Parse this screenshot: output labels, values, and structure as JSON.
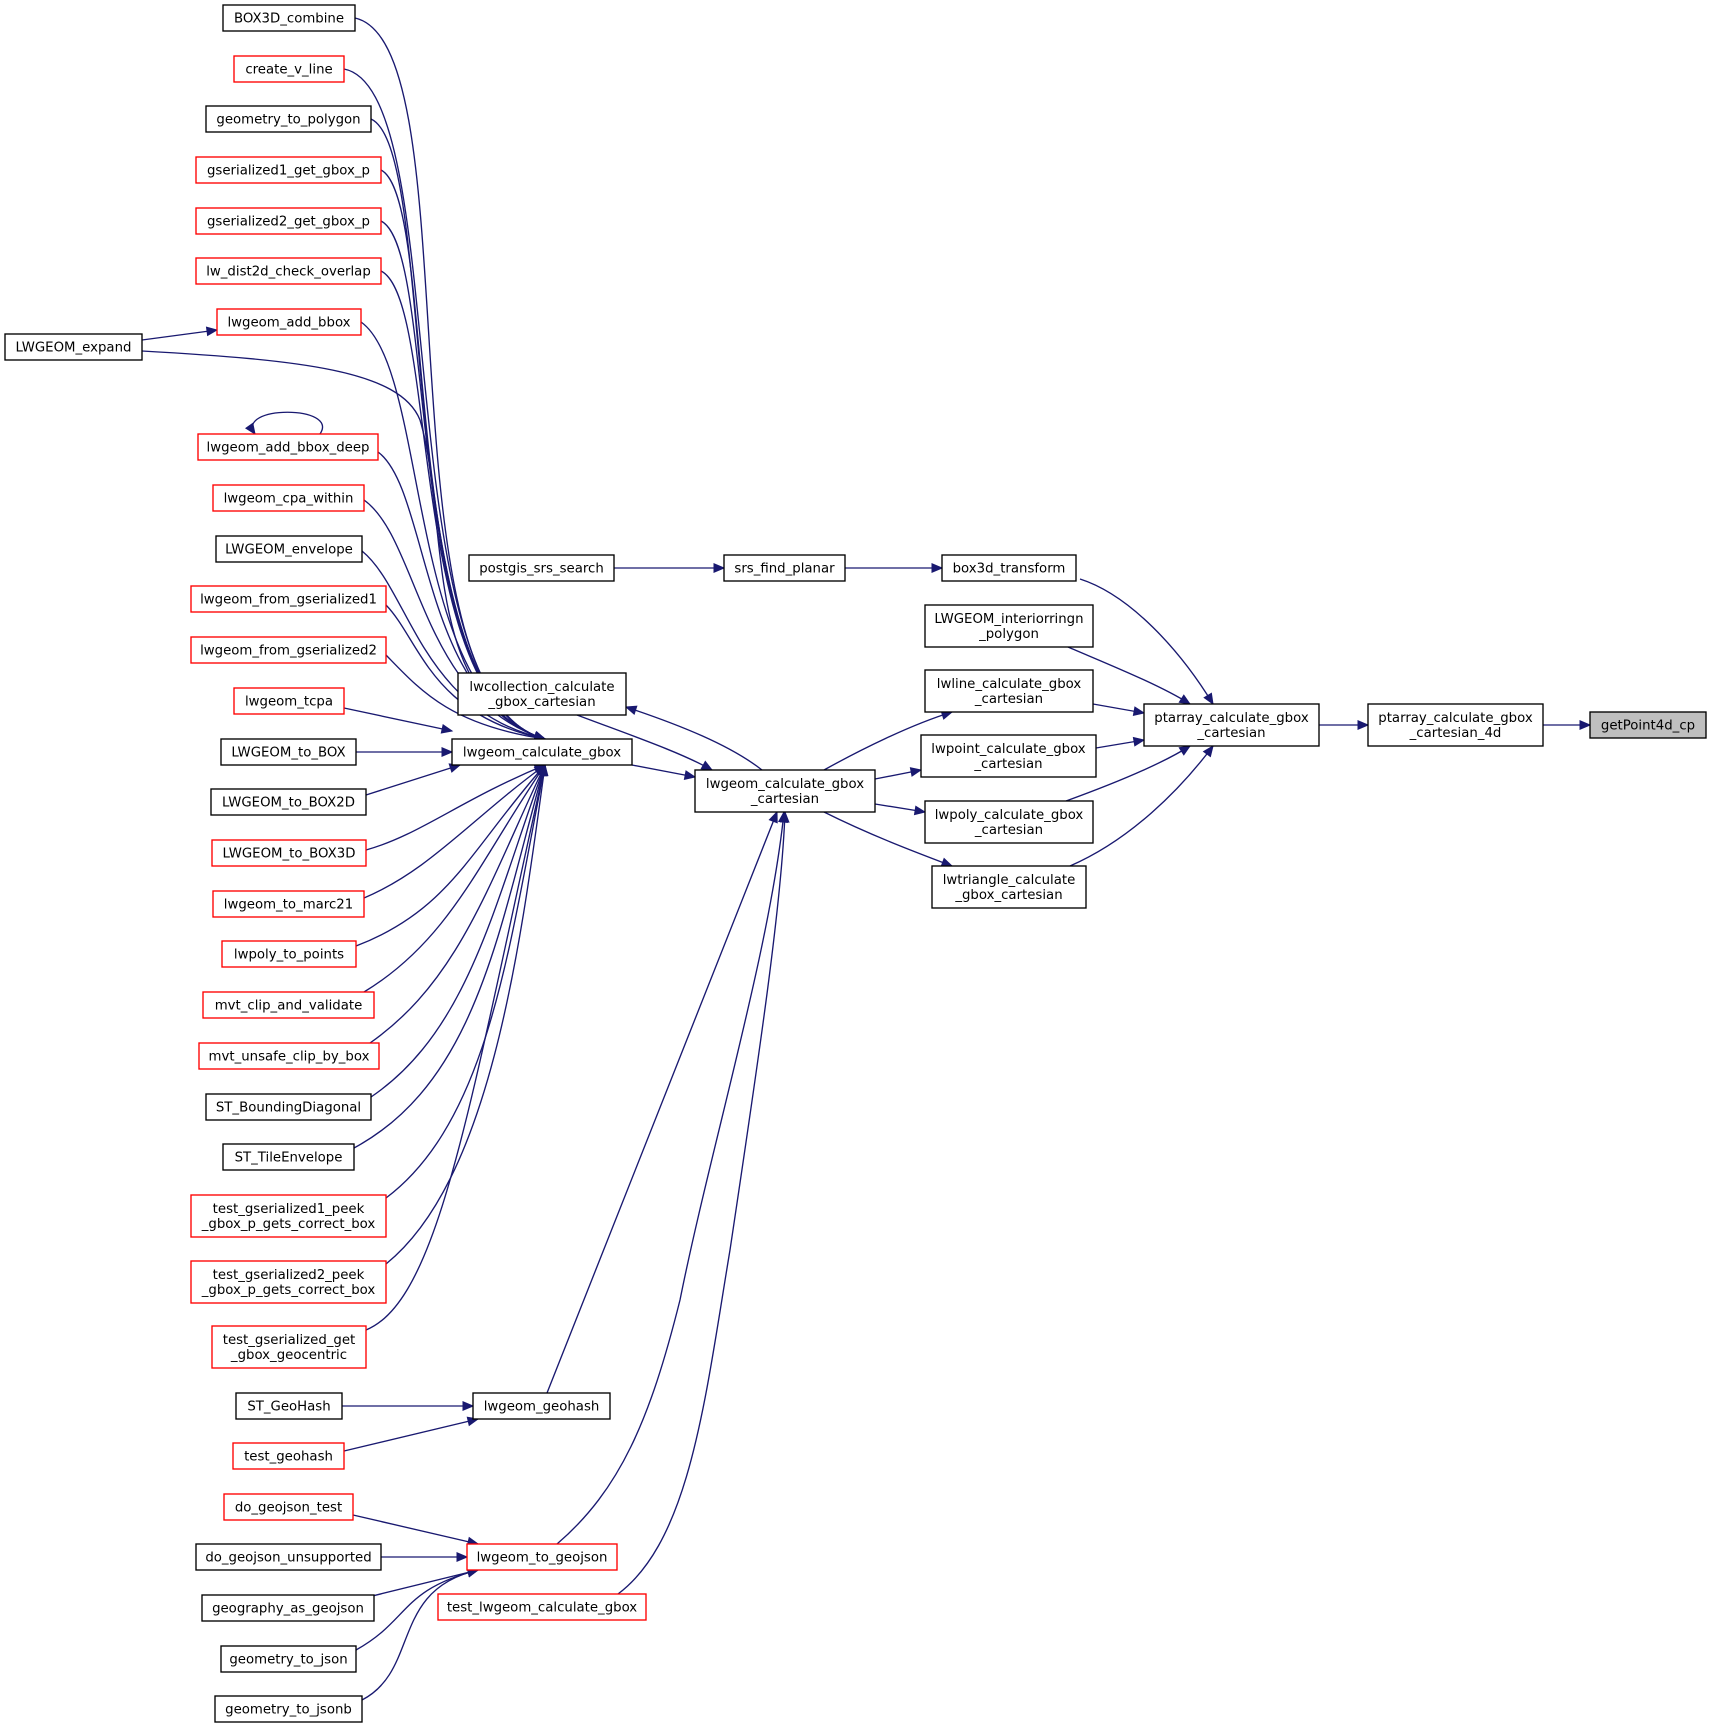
{
  "colors": {
    "edge": "#191970",
    "node_fill": "#ffffff",
    "node_border_link": "#000000",
    "node_border_truncated": "#ff0000",
    "node_focus_fill": "#bfbfbf"
  },
  "nodes": {
    "getPoint4d_cp": {
      "lines": [
        "getPoint4d_cp"
      ],
      "style": "focus"
    },
    "ptarray_calculate_gbox_cartesian_4d": {
      "lines": [
        "ptarray_calculate_gbox",
        "_cartesian_4d"
      ],
      "style": "link"
    },
    "ptarray_calculate_gbox_cartesian": {
      "lines": [
        "ptarray_calculate_gbox",
        "_cartesian"
      ],
      "style": "link"
    },
    "box3d_transform": {
      "lines": [
        "box3d_transform"
      ],
      "style": "link"
    },
    "LWGEOM_interiorringn_polygon": {
      "lines": [
        "LWGEOM_interiorringn",
        "_polygon"
      ],
      "style": "link"
    },
    "lwline_calculate_gbox_cartesian": {
      "lines": [
        "lwline_calculate_gbox",
        "_cartesian"
      ],
      "style": "link"
    },
    "lwpoint_calculate_gbox_cartesian": {
      "lines": [
        "lwpoint_calculate_gbox",
        "_cartesian"
      ],
      "style": "link"
    },
    "lwpoly_calculate_gbox_cartesian": {
      "lines": [
        "lwpoly_calculate_gbox",
        "_cartesian"
      ],
      "style": "link"
    },
    "lwtriangle_calculate_gbox_cartesian": {
      "lines": [
        "lwtriangle_calculate",
        "_gbox_cartesian"
      ],
      "style": "link"
    },
    "srs_find_planar": {
      "lines": [
        "srs_find_planar"
      ],
      "style": "link"
    },
    "postgis_srs_search": {
      "lines": [
        "postgis_srs_search"
      ],
      "style": "link"
    },
    "lwgeom_calculate_gbox_cartesian": {
      "lines": [
        "lwgeom_calculate_gbox",
        "_cartesian"
      ],
      "style": "link"
    },
    "lwcollection_calculate_gbox_cartesian": {
      "lines": [
        "lwcollection_calculate",
        "_gbox_cartesian"
      ],
      "style": "link"
    },
    "lwgeom_calculate_gbox": {
      "lines": [
        "lwgeom_calculate_gbox"
      ],
      "style": "link"
    },
    "lwgeom_geohash": {
      "lines": [
        "lwgeom_geohash"
      ],
      "style": "link"
    },
    "lwgeom_to_geojson": {
      "lines": [
        "lwgeom_to_geojson"
      ],
      "style": "truncated"
    },
    "test_lwgeom_calculate_gbox": {
      "lines": [
        "test_lwgeom_calculate_gbox"
      ],
      "style": "truncated"
    },
    "BOX3D_combine": {
      "lines": [
        "BOX3D_combine"
      ],
      "style": "link"
    },
    "create_v_line": {
      "lines": [
        "create_v_line"
      ],
      "style": "truncated"
    },
    "geometry_to_polygon": {
      "lines": [
        "geometry_to_polygon"
      ],
      "style": "link"
    },
    "gserialized1_get_gbox_p": {
      "lines": [
        "gserialized1_get_gbox_p"
      ],
      "style": "truncated"
    },
    "gserialized2_get_gbox_p": {
      "lines": [
        "gserialized2_get_gbox_p"
      ],
      "style": "truncated"
    },
    "lw_dist2d_check_overlap": {
      "lines": [
        "lw_dist2d_check_overlap"
      ],
      "style": "truncated"
    },
    "lwgeom_add_bbox": {
      "lines": [
        "lwgeom_add_bbox"
      ],
      "style": "truncated"
    },
    "LWGEOM_expand": {
      "lines": [
        "LWGEOM_expand"
      ],
      "style": "link"
    },
    "lwgeom_add_bbox_deep": {
      "lines": [
        "lwgeom_add_bbox_deep"
      ],
      "style": "truncated"
    },
    "lwgeom_cpa_within": {
      "lines": [
        "lwgeom_cpa_within"
      ],
      "style": "truncated"
    },
    "LWGEOM_envelope": {
      "lines": [
        "LWGEOM_envelope"
      ],
      "style": "link"
    },
    "lwgeom_from_gserialized1": {
      "lines": [
        "lwgeom_from_gserialized1"
      ],
      "style": "truncated"
    },
    "lwgeom_from_gserialized2": {
      "lines": [
        "lwgeom_from_gserialized2"
      ],
      "style": "truncated"
    },
    "lwgeom_tcpa": {
      "lines": [
        "lwgeom_tcpa"
      ],
      "style": "truncated"
    },
    "LWGEOM_to_BOX": {
      "lines": [
        "LWGEOM_to_BOX"
      ],
      "style": "link"
    },
    "LWGEOM_to_BOX2D": {
      "lines": [
        "LWGEOM_to_BOX2D"
      ],
      "style": "link"
    },
    "LWGEOM_to_BOX3D": {
      "lines": [
        "LWGEOM_to_BOX3D"
      ],
      "style": "truncated"
    },
    "lwgeom_to_marc21": {
      "lines": [
        "lwgeom_to_marc21"
      ],
      "style": "truncated"
    },
    "lwpoly_to_points": {
      "lines": [
        "lwpoly_to_points"
      ],
      "style": "truncated"
    },
    "mvt_clip_and_validate": {
      "lines": [
        "mvt_clip_and_validate"
      ],
      "style": "truncated"
    },
    "mvt_unsafe_clip_by_box": {
      "lines": [
        "mvt_unsafe_clip_by_box"
      ],
      "style": "truncated"
    },
    "ST_BoundingDiagonal": {
      "lines": [
        "ST_BoundingDiagonal"
      ],
      "style": "link"
    },
    "ST_TileEnvelope": {
      "lines": [
        "ST_TileEnvelope"
      ],
      "style": "link"
    },
    "test_gserialized1_peek_gbox_p_gets_correct_box": {
      "lines": [
        "test_gserialized1_peek",
        "_gbox_p_gets_correct_box"
      ],
      "style": "truncated"
    },
    "test_gserialized2_peek_gbox_p_gets_correct_box": {
      "lines": [
        "test_gserialized2_peek",
        "_gbox_p_gets_correct_box"
      ],
      "style": "truncated"
    },
    "test_gserialized_get_gbox_geocentric": {
      "lines": [
        "test_gserialized_get",
        "_gbox_geocentric"
      ],
      "style": "truncated"
    },
    "ST_GeoHash": {
      "lines": [
        "ST_GeoHash"
      ],
      "style": "link"
    },
    "test_geohash": {
      "lines": [
        "test_geohash"
      ],
      "style": "truncated"
    },
    "do_geojson_test": {
      "lines": [
        "do_geojson_test"
      ],
      "style": "truncated"
    },
    "do_geojson_unsupported": {
      "lines": [
        "do_geojson_unsupported"
      ],
      "style": "link"
    },
    "geography_as_geojson": {
      "lines": [
        "geography_as_geojson"
      ],
      "style": "link"
    },
    "geometry_to_json": {
      "lines": [
        "geometry_to_json"
      ],
      "style": "link"
    },
    "geometry_to_jsonb": {
      "lines": [
        "geometry_to_jsonb"
      ],
      "style": "link"
    }
  },
  "edges": [
    {
      "from": "ptarray_calculate_gbox_cartesian_4d",
      "to": "getPoint4d_cp"
    },
    {
      "from": "ptarray_calculate_gbox_cartesian",
      "to": "ptarray_calculate_gbox_cartesian_4d"
    },
    {
      "from": "box3d_transform",
      "to": "ptarray_calculate_gbox_cartesian"
    },
    {
      "from": "LWGEOM_interiorringn_polygon",
      "to": "ptarray_calculate_gbox_cartesian"
    },
    {
      "from": "lwline_calculate_gbox_cartesian",
      "to": "ptarray_calculate_gbox_cartesian"
    },
    {
      "from": "lwpoint_calculate_gbox_cartesian",
      "to": "ptarray_calculate_gbox_cartesian"
    },
    {
      "from": "lwpoly_calculate_gbox_cartesian",
      "to": "ptarray_calculate_gbox_cartesian"
    },
    {
      "from": "lwtriangle_calculate_gbox_cartesian",
      "to": "ptarray_calculate_gbox_cartesian"
    },
    {
      "from": "srs_find_planar",
      "to": "box3d_transform"
    },
    {
      "from": "postgis_srs_search",
      "to": "srs_find_planar"
    },
    {
      "from": "lwgeom_calculate_gbox_cartesian",
      "to": "lwline_calculate_gbox_cartesian"
    },
    {
      "from": "lwgeom_calculate_gbox_cartesian",
      "to": "lwpoint_calculate_gbox_cartesian"
    },
    {
      "from": "lwgeom_calculate_gbox_cartesian",
      "to": "lwpoly_calculate_gbox_cartesian"
    },
    {
      "from": "lwgeom_calculate_gbox_cartesian",
      "to": "lwtriangle_calculate_gbox_cartesian"
    },
    {
      "from": "lwgeom_calculate_gbox_cartesian",
      "to": "lwcollection_calculate_gbox_cartesian"
    },
    {
      "from": "lwcollection_calculate_gbox_cartesian",
      "to": "lwgeom_calculate_gbox_cartesian"
    },
    {
      "from": "lwgeom_calculate_gbox",
      "to": "lwgeom_calculate_gbox_cartesian"
    },
    {
      "from": "lwgeom_geohash",
      "to": "lwgeom_calculate_gbox_cartesian"
    },
    {
      "from": "lwgeom_to_geojson",
      "to": "lwgeom_calculate_gbox_cartesian"
    },
    {
      "from": "test_lwgeom_calculate_gbox",
      "to": "lwgeom_calculate_gbox_cartesian"
    },
    {
      "from": "BOX3D_combine",
      "to": "lwgeom_calculate_gbox"
    },
    {
      "from": "create_v_line",
      "to": "lwgeom_calculate_gbox"
    },
    {
      "from": "geometry_to_polygon",
      "to": "lwgeom_calculate_gbox"
    },
    {
      "from": "gserialized1_get_gbox_p",
      "to": "lwgeom_calculate_gbox"
    },
    {
      "from": "gserialized2_get_gbox_p",
      "to": "lwgeom_calculate_gbox"
    },
    {
      "from": "lw_dist2d_check_overlap",
      "to": "lwgeom_calculate_gbox"
    },
    {
      "from": "lwgeom_add_bbox",
      "to": "lwgeom_calculate_gbox"
    },
    {
      "from": "LWGEOM_expand",
      "to": "lwgeom_add_bbox"
    },
    {
      "from": "LWGEOM_expand",
      "to": "lwgeom_calculate_gbox"
    },
    {
      "from": "lwgeom_add_bbox_deep",
      "to": "lwgeom_add_bbox_deep"
    },
    {
      "from": "lwgeom_add_bbox_deep",
      "to": "lwgeom_calculate_gbox"
    },
    {
      "from": "lwgeom_cpa_within",
      "to": "lwgeom_calculate_gbox"
    },
    {
      "from": "LWGEOM_envelope",
      "to": "lwgeom_calculate_gbox"
    },
    {
      "from": "lwgeom_from_gserialized1",
      "to": "lwgeom_calculate_gbox"
    },
    {
      "from": "lwgeom_from_gserialized2",
      "to": "lwgeom_calculate_gbox"
    },
    {
      "from": "lwgeom_tcpa",
      "to": "lwgeom_calculate_gbox"
    },
    {
      "from": "LWGEOM_to_BOX",
      "to": "lwgeom_calculate_gbox"
    },
    {
      "from": "LWGEOM_to_BOX2D",
      "to": "lwgeom_calculate_gbox"
    },
    {
      "from": "LWGEOM_to_BOX3D",
      "to": "lwgeom_calculate_gbox"
    },
    {
      "from": "lwgeom_to_marc21",
      "to": "lwgeom_calculate_gbox"
    },
    {
      "from": "lwpoly_to_points",
      "to": "lwgeom_calculate_gbox"
    },
    {
      "from": "mvt_clip_and_validate",
      "to": "lwgeom_calculate_gbox"
    },
    {
      "from": "mvt_unsafe_clip_by_box",
      "to": "lwgeom_calculate_gbox"
    },
    {
      "from": "ST_BoundingDiagonal",
      "to": "lwgeom_calculate_gbox"
    },
    {
      "from": "ST_TileEnvelope",
      "to": "lwgeom_calculate_gbox"
    },
    {
      "from": "test_gserialized1_peek_gbox_p_gets_correct_box",
      "to": "lwgeom_calculate_gbox"
    },
    {
      "from": "test_gserialized2_peek_gbox_p_gets_correct_box",
      "to": "lwgeom_calculate_gbox"
    },
    {
      "from": "test_gserialized_get_gbox_geocentric",
      "to": "lwgeom_calculate_gbox"
    },
    {
      "from": "ST_GeoHash",
      "to": "lwgeom_geohash"
    },
    {
      "from": "test_geohash",
      "to": "lwgeom_geohash"
    },
    {
      "from": "do_geojson_test",
      "to": "lwgeom_to_geojson"
    },
    {
      "from": "do_geojson_unsupported",
      "to": "lwgeom_to_geojson"
    },
    {
      "from": "geography_as_geojson",
      "to": "lwgeom_to_geojson"
    },
    {
      "from": "geometry_to_json",
      "to": "lwgeom_to_geojson"
    },
    {
      "from": "geometry_to_jsonb",
      "to": "lwgeom_to_geojson"
    }
  ]
}
